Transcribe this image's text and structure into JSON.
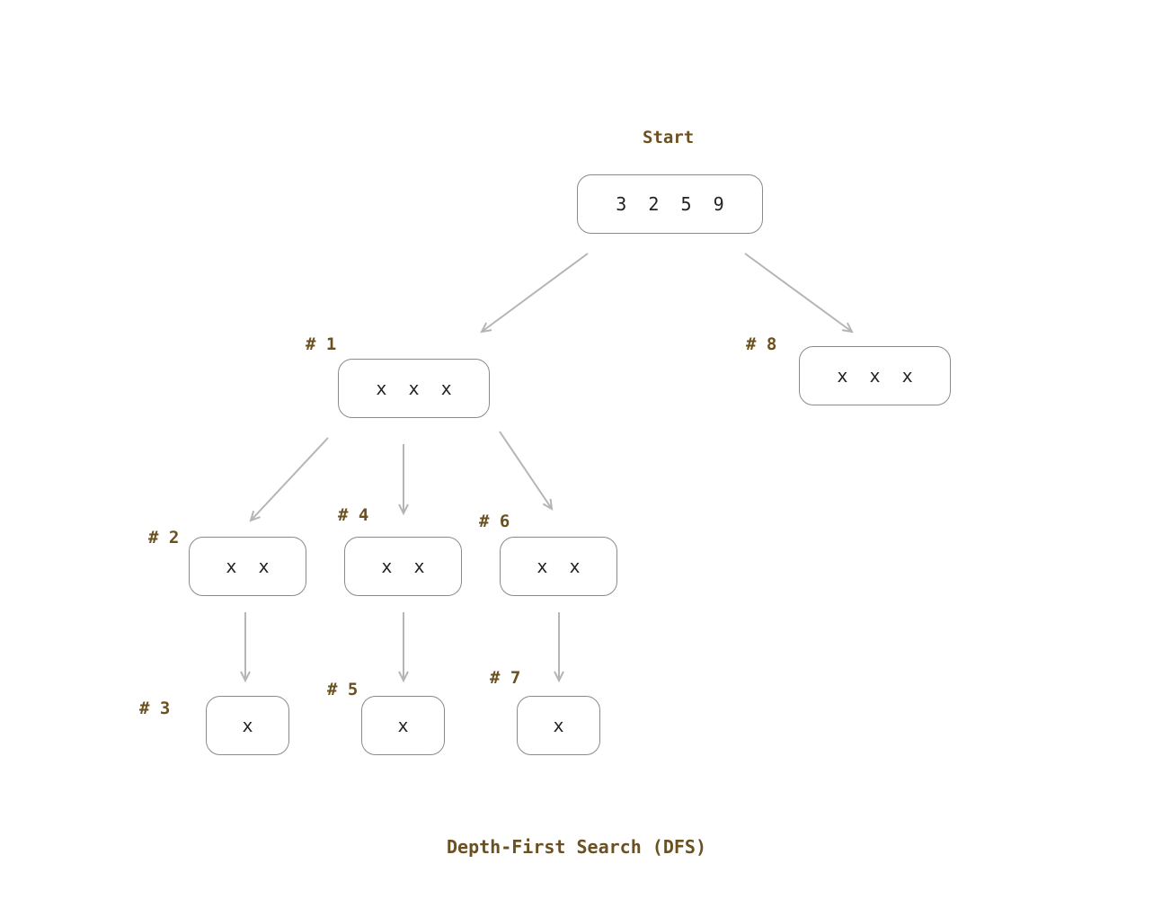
{
  "start_label": "Start",
  "caption": "Depth-First Search (DFS)",
  "nodes": {
    "root": {
      "text": "3  2  5  9"
    },
    "n1": {
      "step": "# 1",
      "text": "x  x  x"
    },
    "n2": {
      "step": "# 2",
      "text": "x  x"
    },
    "n3": {
      "step": "# 3",
      "text": "x"
    },
    "n4": {
      "step": "# 4",
      "text": "x  x"
    },
    "n5": {
      "step": "# 5",
      "text": "x"
    },
    "n6": {
      "step": "# 6",
      "text": "x  x"
    },
    "n7": {
      "step": "# 7",
      "text": "x"
    },
    "n8": {
      "step": "# 8",
      "text": "x  x  x"
    }
  },
  "colors": {
    "label": "#6b5020",
    "node_border": "#8a8a8a",
    "edge": "#b5b5b5"
  }
}
